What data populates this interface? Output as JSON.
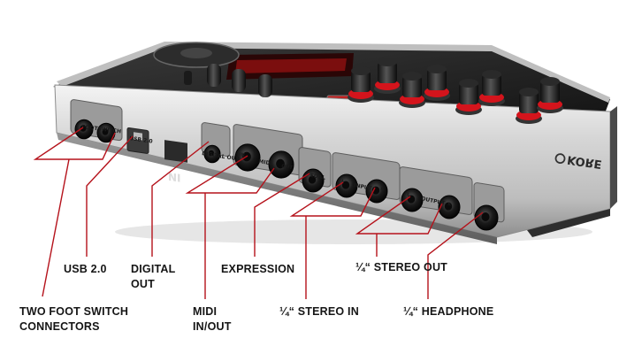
{
  "device": {
    "brand": "KORE",
    "panel_labels": {
      "foot_switch": "FOOTSWITCH",
      "usb": "USB 2.0",
      "digital_out": "DIGITAL OUT",
      "midi_in": "IN",
      "midi": "MIDI",
      "midi_out": "OUT",
      "pedal": "PEDAL",
      "input": "INPUT",
      "output": "OUTPUT",
      "left": "L",
      "right": "R"
    }
  },
  "callouts": {
    "usb": "USB 2.0",
    "digital_out_1": "DIGITAL",
    "digital_out_2": "OUT",
    "expression": "EXPRESSION",
    "stereo_out": "¼“ STEREO OUT",
    "foot_switch_1": "TWO FOOT SWITCH",
    "foot_switch_2": "CONNECTORS",
    "midi_1": "MIDI",
    "midi_2": "IN/OUT",
    "stereo_in": "¼“ STEREO IN",
    "headphone": "¼“ HEADPHONE"
  },
  "colors": {
    "callout_line": "#b5121b",
    "knob_ring": "#d4141c",
    "panel_silver": "#c9c9c9",
    "body_dark": "#1c1c1c"
  }
}
